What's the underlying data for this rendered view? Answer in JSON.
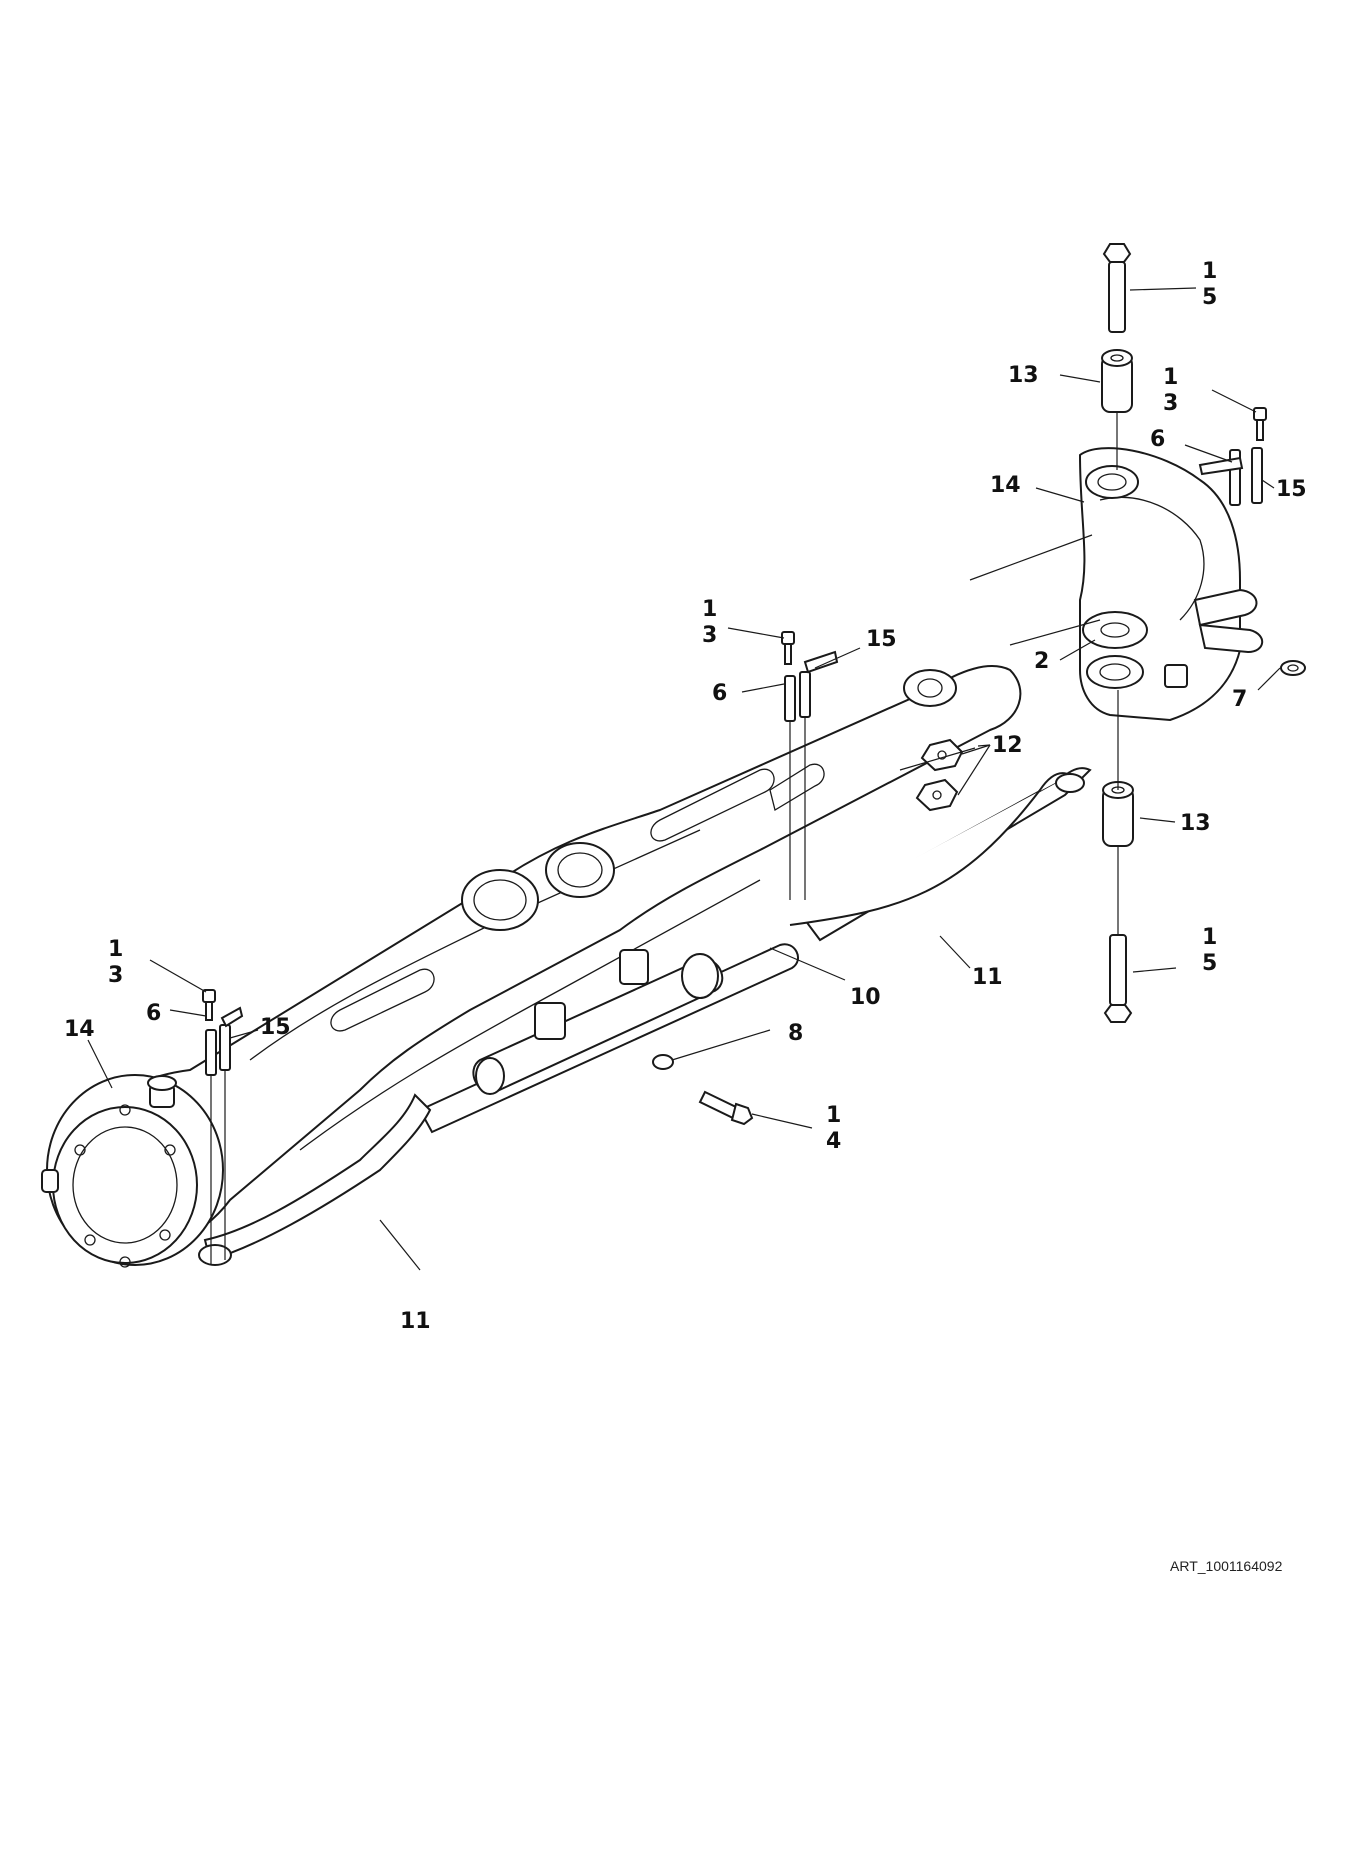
{
  "diagram": {
    "callouts": [
      {
        "id": "c-15-top-a",
        "label": "1"
      },
      {
        "id": "c-15-top-b",
        "label": "5"
      },
      {
        "id": "c-13-top",
        "label": "13"
      },
      {
        "id": "c-13-right-a",
        "label": "1"
      },
      {
        "id": "c-13-right-b",
        "label": "3"
      },
      {
        "id": "c-6-right",
        "label": "6"
      },
      {
        "id": "c-15-right",
        "label": "15"
      },
      {
        "id": "c-14-right",
        "label": "14"
      },
      {
        "id": "c-2",
        "label": "2"
      },
      {
        "id": "c-7",
        "label": "7"
      },
      {
        "id": "c-12",
        "label": "12"
      },
      {
        "id": "c-13-bottom",
        "label": "13"
      },
      {
        "id": "c-15-bottom-a",
        "label": "1"
      },
      {
        "id": "c-15-bottom-b",
        "label": "5"
      },
      {
        "id": "c-13-mid-a",
        "label": "1"
      },
      {
        "id": "c-13-mid-b",
        "label": "3"
      },
      {
        "id": "c-15-mid",
        "label": "15"
      },
      {
        "id": "c-6-mid",
        "label": "6"
      },
      {
        "id": "c-11-right",
        "label": "11"
      },
      {
        "id": "c-10",
        "label": "10"
      },
      {
        "id": "c-8",
        "label": "8"
      },
      {
        "id": "c-14-a",
        "label": "1"
      },
      {
        "id": "c-14-b",
        "label": "4"
      },
      {
        "id": "c-13-left-a",
        "label": "1"
      },
      {
        "id": "c-13-left-b",
        "label": "3"
      },
      {
        "id": "c-6-left",
        "label": "6"
      },
      {
        "id": "c-15-left",
        "label": "15"
      },
      {
        "id": "c-14-left",
        "label": "14"
      },
      {
        "id": "c-11-left",
        "label": "11"
      }
    ],
    "art_id": "ART_1001164092"
  }
}
